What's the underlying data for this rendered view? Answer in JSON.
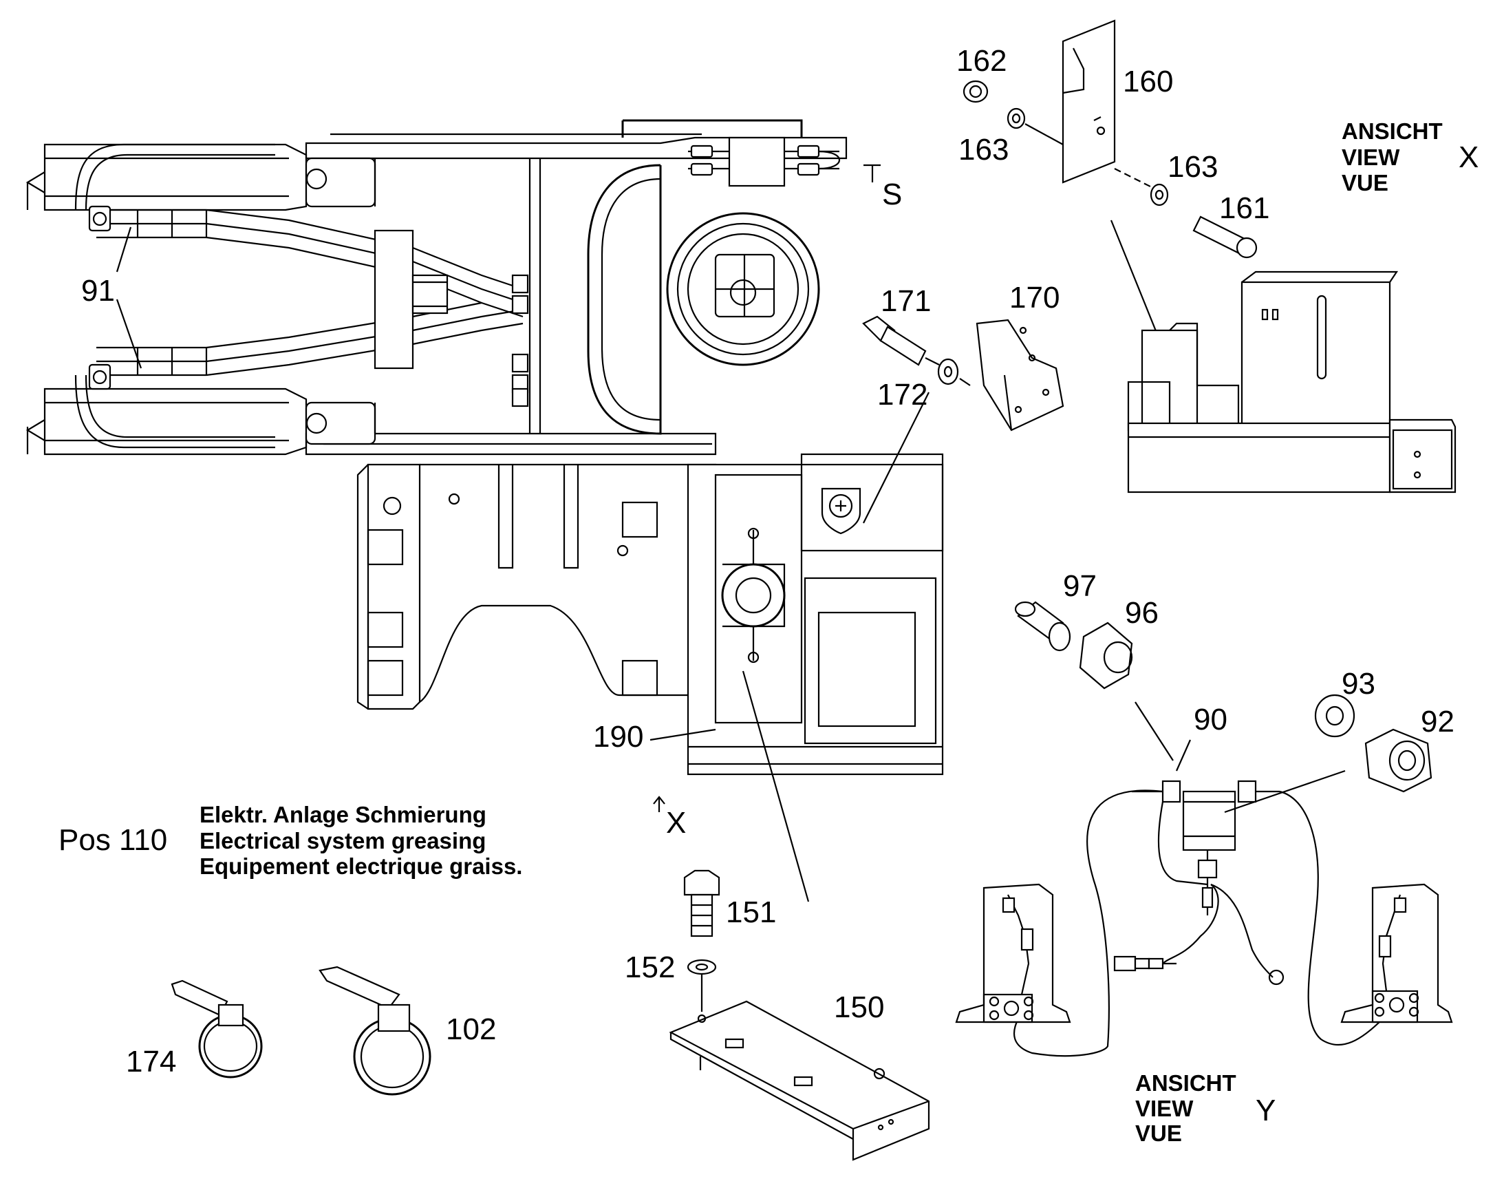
{
  "labels": {
    "p91": "91",
    "p160": "160",
    "p161": "161",
    "p162": "162",
    "p163a": "163",
    "p163b": "163",
    "p170": "170",
    "p171": "171",
    "p172": "172",
    "p190": "190",
    "p97": "97",
    "p96": "96",
    "p93": "93",
    "p92": "92",
    "p90": "90",
    "p151": "151",
    "p152": "152",
    "p150": "150",
    "p174": "174",
    "p102": "102",
    "s_marker": "S",
    "x_marker": "X"
  },
  "view_x": {
    "line1": "ANSICHT",
    "line2": "VIEW",
    "line3": "VUE",
    "letter": "X"
  },
  "view_y": {
    "line1": "ANSICHT",
    "line2": "VIEW",
    "line3": "VUE",
    "letter": "Y"
  },
  "title": {
    "pos": "Pos 110",
    "de": "Elektr. Anlage Schmierung",
    "en": "Electrical system greasing",
    "fr": "Equipement electrique graiss."
  }
}
